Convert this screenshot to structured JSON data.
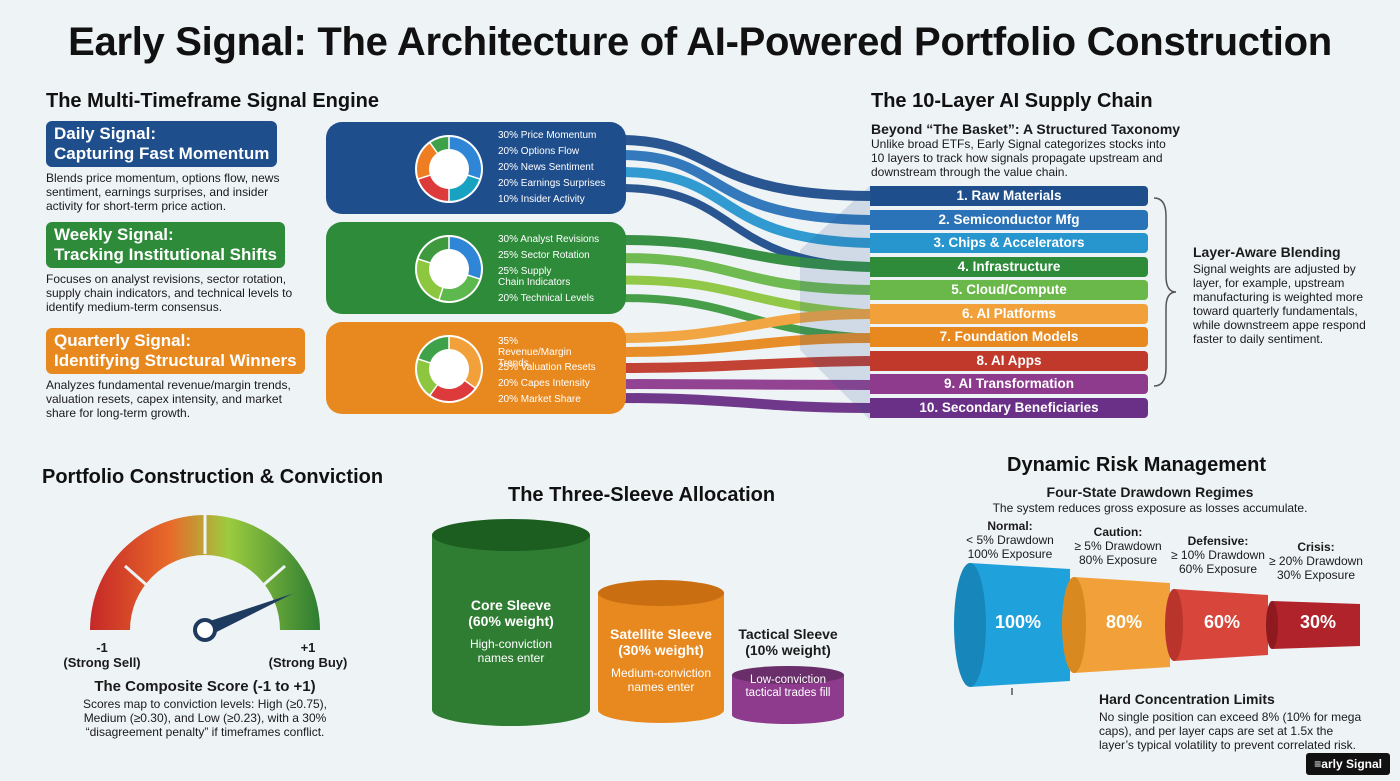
{
  "title": "Early Signal: The Architecture of AI-Powered Portfolio Construction",
  "engine": {
    "heading": "The Multi-Timeframe Signal Engine",
    "signals": [
      {
        "tag_line1": "Daily Signal:",
        "tag_line2": "Capturing Fast Momentum",
        "description": "Blends price momentum, options flow, news sentiment, earnings surprises, and insider activity for short-term price action.",
        "color": "#1f4e8c",
        "components": [
          {
            "label": "30% Price Momentum",
            "pct": 30,
            "color": "#2f86d6"
          },
          {
            "label": "20% Options Flow",
            "pct": 20,
            "color": "#17a2c2"
          },
          {
            "label": "20% News Sentiment",
            "pct": 20,
            "color": "#dd3b3b"
          },
          {
            "label": "20% Earnings Surprises",
            "pct": 20,
            "color": "#ef7d22"
          },
          {
            "label": "10% Insider Activity",
            "pct": 10,
            "color": "#3fa24a"
          }
        ]
      },
      {
        "tag_line1": "Weekly Signal:",
        "tag_line2": "Tracking Institutional Shifts",
        "description": "Focuses on analyst revisions, sector rotation, supply chain indicators, and technical levels to identify medium-term consensus.",
        "color": "#2e8b3a",
        "components": [
          {
            "label": "30% Analyst Revisions",
            "pct": 30,
            "color": "#2f86d6"
          },
          {
            "label": "25% Sector Rotation",
            "pct": 25,
            "color": "#5db84e"
          },
          {
            "label": "25% Supply Chain Indicators",
            "pct": 25,
            "color": "#8dc63f"
          },
          {
            "label": "20% Technical Levels",
            "pct": 20,
            "color": "#3f9a3f"
          }
        ]
      },
      {
        "tag_line1": "Quarterly Signal:",
        "tag_line2": "Identifying Structural Winners",
        "description": "Analyzes fundamental revenue/margin trends, valuation resets, capex intensity, and market share for long-term growth.",
        "color": "#e8891f",
        "components": [
          {
            "label": "35% Revenue/Margin Trends",
            "pct": 35,
            "color": "#f2a13a"
          },
          {
            "label": "25% Valuation Resets",
            "pct": 25,
            "color": "#dd3b3b"
          },
          {
            "label": "20% Capes Intensity",
            "pct": 20,
            "color": "#8dc63f"
          },
          {
            "label": "20% Market Share",
            "pct": 20,
            "color": "#3fa24a"
          }
        ]
      }
    ]
  },
  "supply_chain": {
    "heading": "The 10-Layer AI Supply Chain",
    "subheading": "Beyond “The Basket”: A Structured Taxonomy",
    "description": "Unlike broad ETFs, Early Signal categorizes stocks into 10 layers to track how signals propagate upstream and downstream through the value chain.",
    "layers": [
      {
        "label": "1. Raw Materials",
        "color": "#1f4e8c"
      },
      {
        "label": "2. Semiconductor Mfg",
        "color": "#2a73b8"
      },
      {
        "label": "3. Chips & Accelerators",
        "color": "#2796cf"
      },
      {
        "label": "4. Infrastructure",
        "color": "#2e8b3a"
      },
      {
        "label": "5. Cloud/Compute",
        "color": "#6ab84a"
      },
      {
        "label": "6. AI Platforms",
        "color": "#f2a13a"
      },
      {
        "label": "7. Foundation Models",
        "color": "#e8891f"
      },
      {
        "label": "8. AI Apps",
        "color": "#c0392b"
      },
      {
        "label": "9. AI Transformation",
        "color": "#8e3b8e"
      },
      {
        "label": "10. Secondary Beneficiaries",
        "color": "#6a2f86"
      }
    ],
    "blending_title": "Layer-Aware Blending",
    "blending_text": "Signal weights are adjusted by layer, for example, upstream manufacturing is weighted more toward quarterly fundamentals, while downstreem appe respond faster to daily sentiment."
  },
  "conviction": {
    "heading": "Portfolio Construction & Conviction",
    "min_label": "-1",
    "min_sub": "(Strong Sell)",
    "max_label": "+1",
    "max_sub": "(Strong Buy)",
    "needle_value": 0.75,
    "score_title": "The Composite Score (-1 to +1)",
    "score_text": "Scores map to conviction levels: High (≥0.75), Medium (≥0.30), and Low (≥0.23), with a 30% “disagreement penalty” if timeframes conflict."
  },
  "sleeves": {
    "heading": "The Three-Sleeve Allocation",
    "items": [
      {
        "name": "Core Sleeve",
        "weight": "(60% weight)",
        "note": "High-conviction names enter",
        "pct": 60,
        "color": "#2e7d32"
      },
      {
        "name": "Satellite Sleeve",
        "weight": "(30% weight)",
        "note": "Medium-conviction names enter",
        "pct": 30,
        "color": "#e8891f"
      },
      {
        "name": "Tactical Sleeve",
        "weight": "(10% weight)",
        "note": "Low-conviction tactical trades fill",
        "pct": 10,
        "color": "#8e3b8e"
      }
    ]
  },
  "risk": {
    "heading": "Dynamic Risk Management",
    "subheading": "Four-State Drawdown Regimes",
    "subtext": "The system reduces gross exposure as losses accumulate.",
    "regimes": [
      {
        "name": "Normal:",
        "drawdown": "< 5% Drawdown",
        "exposure": "100% Exposure",
        "value": "100%",
        "color": "#1fa1dc"
      },
      {
        "name": "Caution:",
        "drawdown": "≥ 5% Drawdown",
        "exposure": "80% Exposure",
        "value": "80%",
        "color": "#f2a13a"
      },
      {
        "name": "Defensive:",
        "drawdown": "≥ 10% Drawdown",
        "exposure": "60% Exposure",
        "value": "60%",
        "color": "#d8453a"
      },
      {
        "name": "Crisis:",
        "drawdown": "≥ 20% Drawdown",
        "exposure": "30% Exposure",
        "value": "30%",
        "color": "#b0232a"
      }
    ],
    "limits_title": "Hard Concentration Limits",
    "limits_text": "No single position can exceed 8% (10% for mega caps), and per layer caps are set at 1.5x the layer’s typical volatility to prevent correlated risk."
  },
  "brand": "≡arly Signal"
}
